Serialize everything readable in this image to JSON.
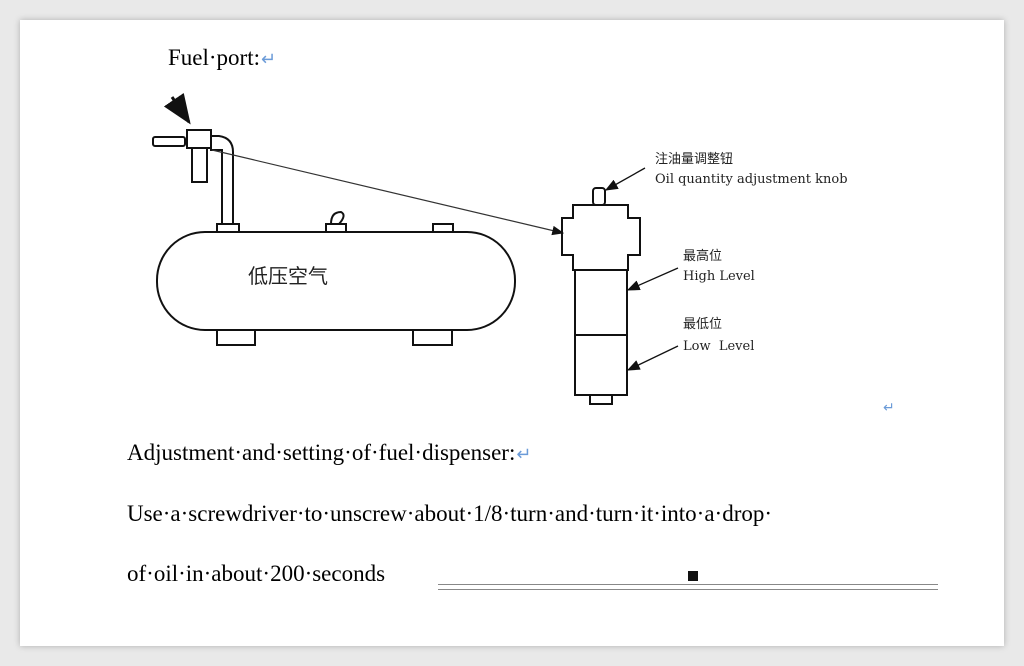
{
  "doc": {
    "heading_fuel_port": "Fuel·port:",
    "para_adjustment": "Adjustment·and·setting·of·fuel·dispenser:",
    "para_use_line1": "Use·a·screwdriver·to·unscrew·about·1/8·turn·and·turn·it·into·a·drop·",
    "para_use_line2": "of·oil·in·about·200·seconds",
    "return_mark": "↵"
  },
  "diagram": {
    "tank_label": "低压空气",
    "knob_label_cn": "注油量调整钮",
    "knob_label_en": "Oil quantity adjustment knob",
    "high_label_cn": "最高位",
    "high_label_en": "High Level",
    "low_label_cn": "最低位",
    "low_label_en": "Low  Level"
  },
  "colors": {
    "return_mark": "#6b9bd8"
  }
}
